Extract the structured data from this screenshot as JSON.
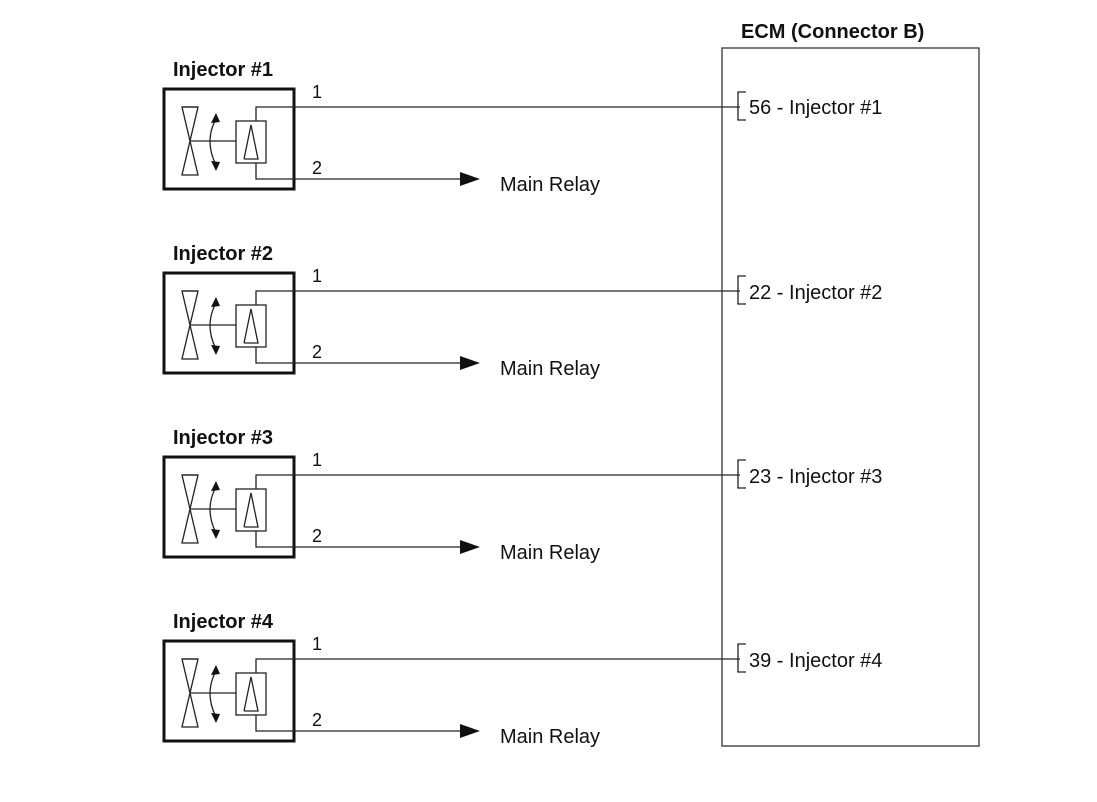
{
  "ecm": {
    "title": "ECM (Connector B)"
  },
  "injectors": [
    {
      "title": "Injector #1",
      "pin1": "1",
      "pin2": "2",
      "ecm_label": "56 - Injector #1",
      "relay_label": "Main Relay"
    },
    {
      "title": "Injector #2",
      "pin1": "1",
      "pin2": "2",
      "ecm_label": "22 - Injector #2",
      "relay_label": "Main Relay"
    },
    {
      "title": "Injector #3",
      "pin1": "1",
      "pin2": "2",
      "ecm_label": "23 - Injector #3",
      "relay_label": "Main Relay"
    },
    {
      "title": "Injector #4",
      "pin1": "1",
      "pin2": "2",
      "ecm_label": "39 - Injector #4",
      "relay_label": "Main Relay"
    }
  ]
}
